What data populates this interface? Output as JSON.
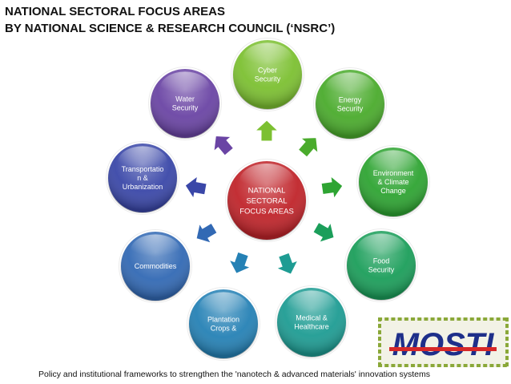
{
  "title": {
    "line1": "NATIONAL SECTORAL FOCUS AREAS",
    "line2": "BY NATIONAL SCIENCE & RESEARCH COUNCIL (‘NSRC’)"
  },
  "center": {
    "lines": [
      "NATIONAL",
      "SECTORAL",
      "FOCUS AREAS"
    ],
    "color": "#c0242a"
  },
  "areas": [
    {
      "lines": [
        "Cyber",
        "Security"
      ],
      "color": "#7cc031",
      "icon": "arrow-icon"
    },
    {
      "lines": [
        "Energy",
        "Security"
      ],
      "color": "#4aab2c",
      "icon": "arrow-icon"
    },
    {
      "lines": [
        "Environment",
        "& Climate",
        "Change"
      ],
      "color": "#2ea432",
      "icon": "arrow-icon"
    },
    {
      "lines": [
        "Food",
        "Security"
      ],
      "color": "#1b9e5a",
      "icon": "arrow-icon"
    },
    {
      "lines": [
        "Medical &",
        "Healthcare"
      ],
      "color": "#1e9c93",
      "icon": "arrow-icon"
    },
    {
      "lines": [
        "Plantation",
        "Crops &"
      ],
      "color": "#2581b5",
      "icon": "arrow-icon"
    },
    {
      "lines": [
        "Commodities"
      ],
      "color": "#3269b4",
      "icon": "arrow-icon"
    },
    {
      "lines": [
        "Transportatio",
        "n &",
        "Urbanization"
      ],
      "color": "#3a47a8",
      "icon": "arrow-icon"
    },
    {
      "lines": [
        "Water",
        "Security"
      ],
      "color": "#6a44a4",
      "icon": "arrow-icon"
    }
  ],
  "footer": "Policy and institutional frameworks to strengthen the 'nanotech & advanced materials' innovation systems",
  "logo": {
    "text": "MOSTI",
    "colors": {
      "primary": "#1e2f8a",
      "accent": "#d62828",
      "border": "#8aa838",
      "background": "#f2f2e6"
    }
  }
}
